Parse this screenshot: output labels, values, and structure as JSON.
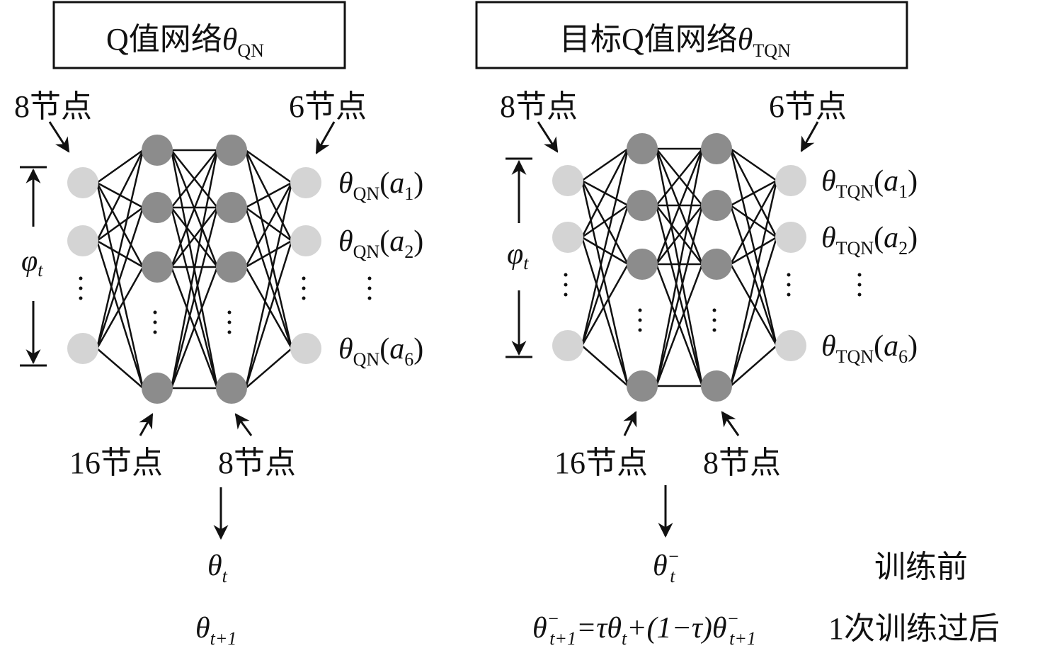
{
  "q_network": {
    "title_prefix": "Q值网络",
    "title_symbol": "θ",
    "title_sub": "QN",
    "input_nodes_label": "8节点",
    "output_nodes_label": "6节点",
    "hidden1_label": "16节点",
    "hidden2_label": "8节点",
    "input_symbol": "φ",
    "input_symbol_sub": "t",
    "outputs": [
      {
        "sym": "θ",
        "sub": "QN",
        "open": "(",
        "a": "a",
        "idx": "1",
        "close": ")"
      },
      {
        "sym": "θ",
        "sub": "QN",
        "open": "(",
        "a": "a",
        "idx": "2",
        "close": ")"
      },
      {
        "sym": "θ",
        "sub": "QN",
        "open": "(",
        "a": "a",
        "idx": "6",
        "close": ")"
      }
    ],
    "param_before": {
      "sym": "θ",
      "sub": "t"
    },
    "param_after": {
      "sym": "θ",
      "sub": "t+1"
    }
  },
  "target_network": {
    "title_prefix": "目标Q值网络",
    "title_symbol": "θ",
    "title_sub": "TQN",
    "input_nodes_label": "8节点",
    "output_nodes_label": "6节点",
    "hidden1_label": "16节点",
    "hidden2_label": "8节点",
    "input_symbol": "φ",
    "input_symbol_sub": "t",
    "outputs": [
      {
        "sym": "θ",
        "sub": "TQN",
        "open": "(",
        "a": "a",
        "idx": "1",
        "close": ")"
      },
      {
        "sym": "θ",
        "sub": "TQN",
        "open": "(",
        "a": "a",
        "idx": "2",
        "close": ")"
      },
      {
        "sym": "θ",
        "sub": "TQN",
        "open": "(",
        "a": "a",
        "idx": "6",
        "close": ")"
      }
    ],
    "param_before": {
      "sym": "θ",
      "sub": "t",
      "sup": "−"
    },
    "param_after_formula": {
      "lhs": "θ",
      "lhs_sup": "−",
      "lhs_sub": "t+1",
      "eq": "=τθ",
      "mid_sub": "t",
      "rest": "+(1−τ)θ",
      "rhs_sup": "−",
      "rhs_sub": "t+1"
    }
  },
  "stage_labels": {
    "before": "训练前",
    "after": "1次训练过后"
  },
  "colors": {
    "input_output_node": "#d4d4d4",
    "hidden_node": "#8c8c8c",
    "line": "#111111"
  }
}
